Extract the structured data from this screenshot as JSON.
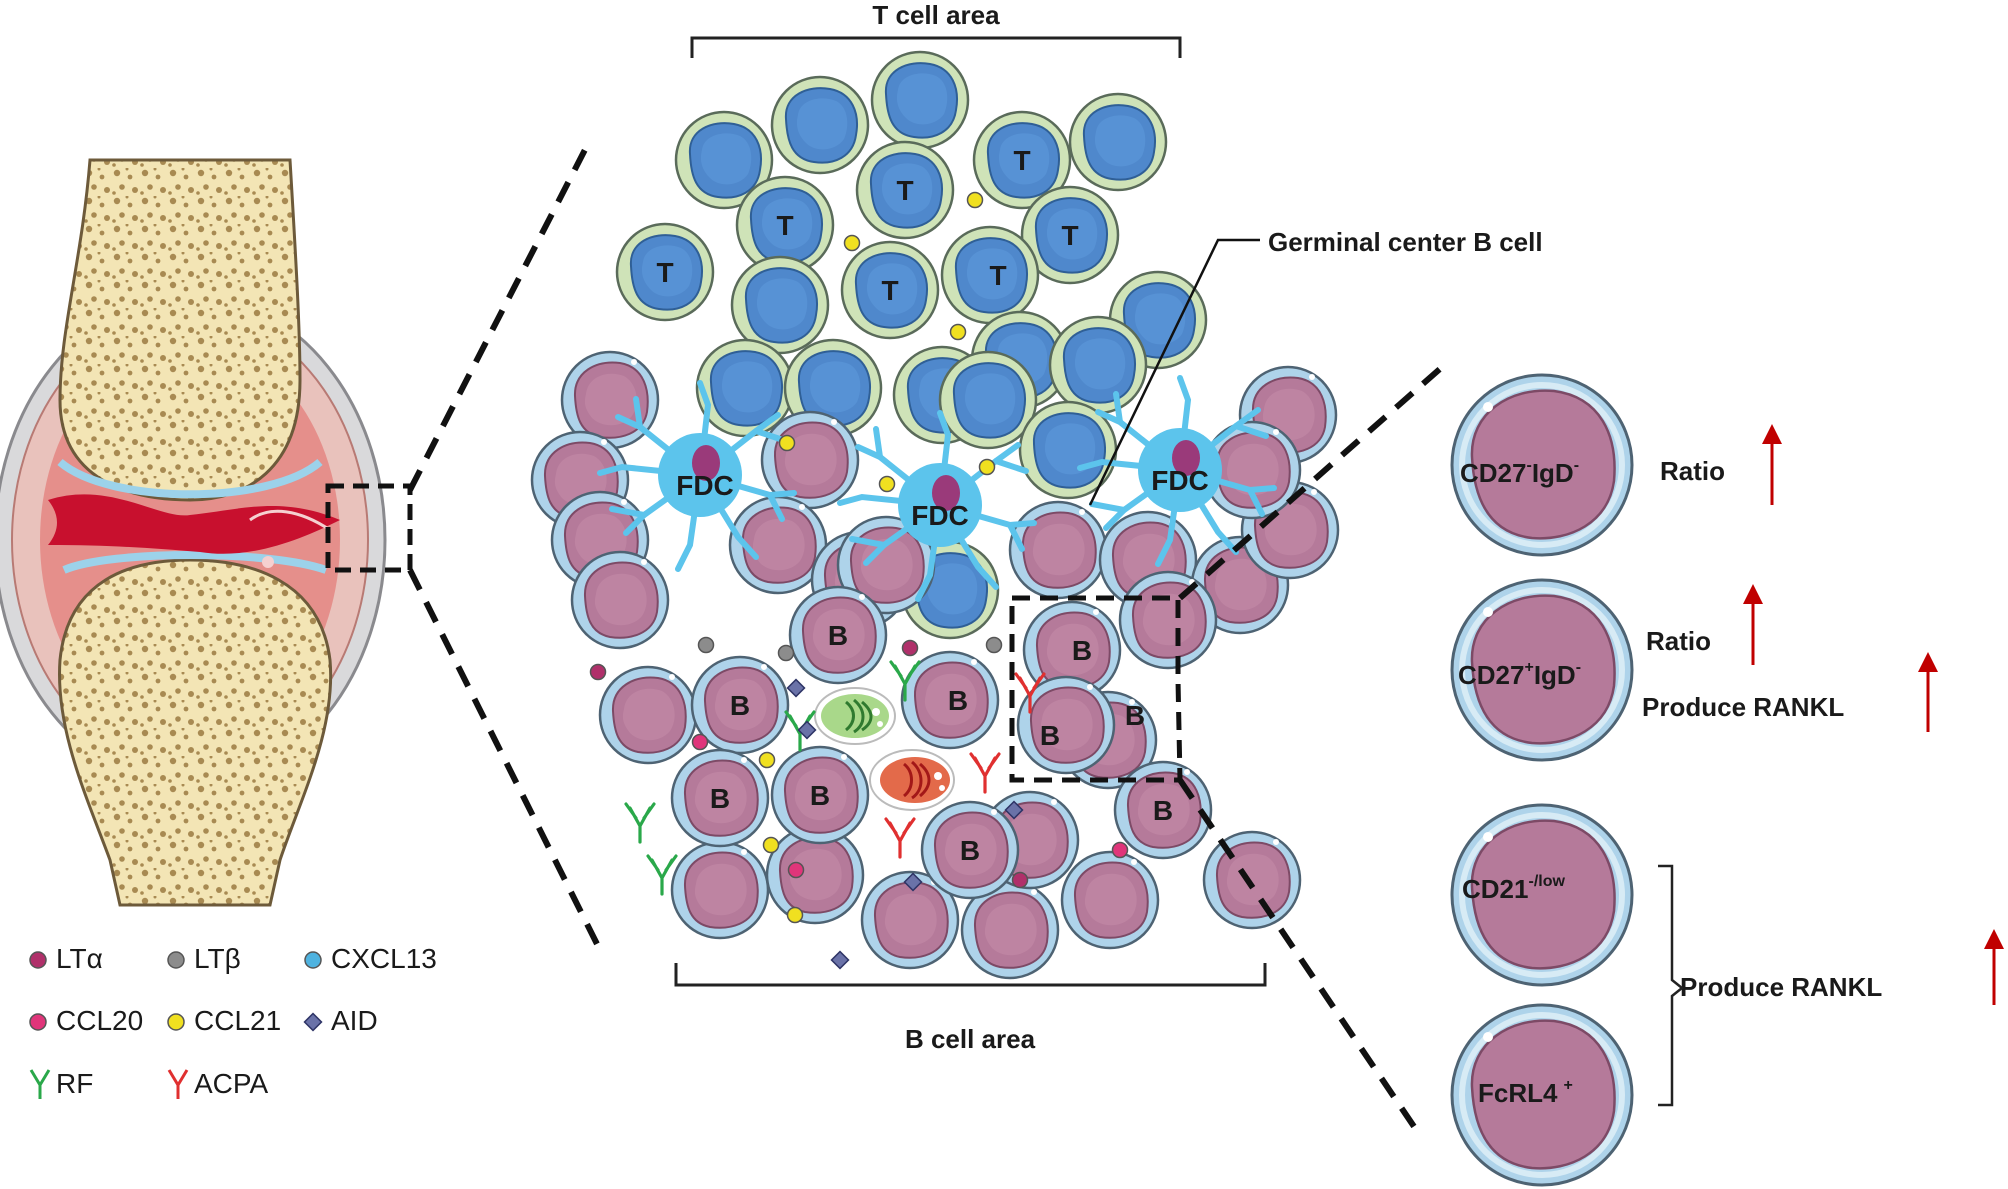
{
  "labels": {
    "t_cell_area": "T cell area",
    "b_cell_area": "B cell area",
    "germinal_center": "Germinal center B cell",
    "fdc": "FDC",
    "t": "T",
    "b": "B"
  },
  "subsets": [
    {
      "base": "CD27",
      "sup1": "-",
      "mid": "IgD",
      "sup2": "-",
      "note1": "Ratio",
      "note2": ""
    },
    {
      "base": "CD27",
      "sup1": "+",
      "mid": "IgD",
      "sup2": "-",
      "note1": "Ratio",
      "note2": "Produce RANKL"
    },
    {
      "base": "CD21",
      "sup1": "-/low",
      "mid": "",
      "sup2": ""
    },
    {
      "base": "FcRL4",
      "sup1": "+",
      "mid": "",
      "sup2": ""
    }
  ],
  "shared_note": "Produce RANKL",
  "legend": [
    {
      "label": "LTα",
      "kind": "dot",
      "color": "#b0306a"
    },
    {
      "label": "LTβ",
      "kind": "dot",
      "color": "#8c8c8c"
    },
    {
      "label": "CXCL13",
      "kind": "dot",
      "color": "#4fb3e0"
    },
    {
      "label": "CCL20",
      "kind": "dot",
      "color": "#e0357a"
    },
    {
      "label": "CCL21",
      "kind": "dot",
      "color": "#f0e020"
    },
    {
      "label": "AID",
      "kind": "diamond",
      "color": "#6a72a8"
    },
    {
      "label": "RF",
      "kind": "antibody",
      "color": "#2aa84a"
    },
    {
      "label": "ACPA",
      "kind": "antibody",
      "color": "#e03030"
    }
  ],
  "colors": {
    "t_nucleus": "#4f88cc",
    "t_membrane": "#cfe3b8",
    "b_nucleus": "#b57a9a",
    "b_membrane": "#aed3ea",
    "fdc": "#5cc4ec",
    "arrow": "#c00000",
    "bone": "#f3e5b5",
    "joint_red": "#c8102e"
  }
}
